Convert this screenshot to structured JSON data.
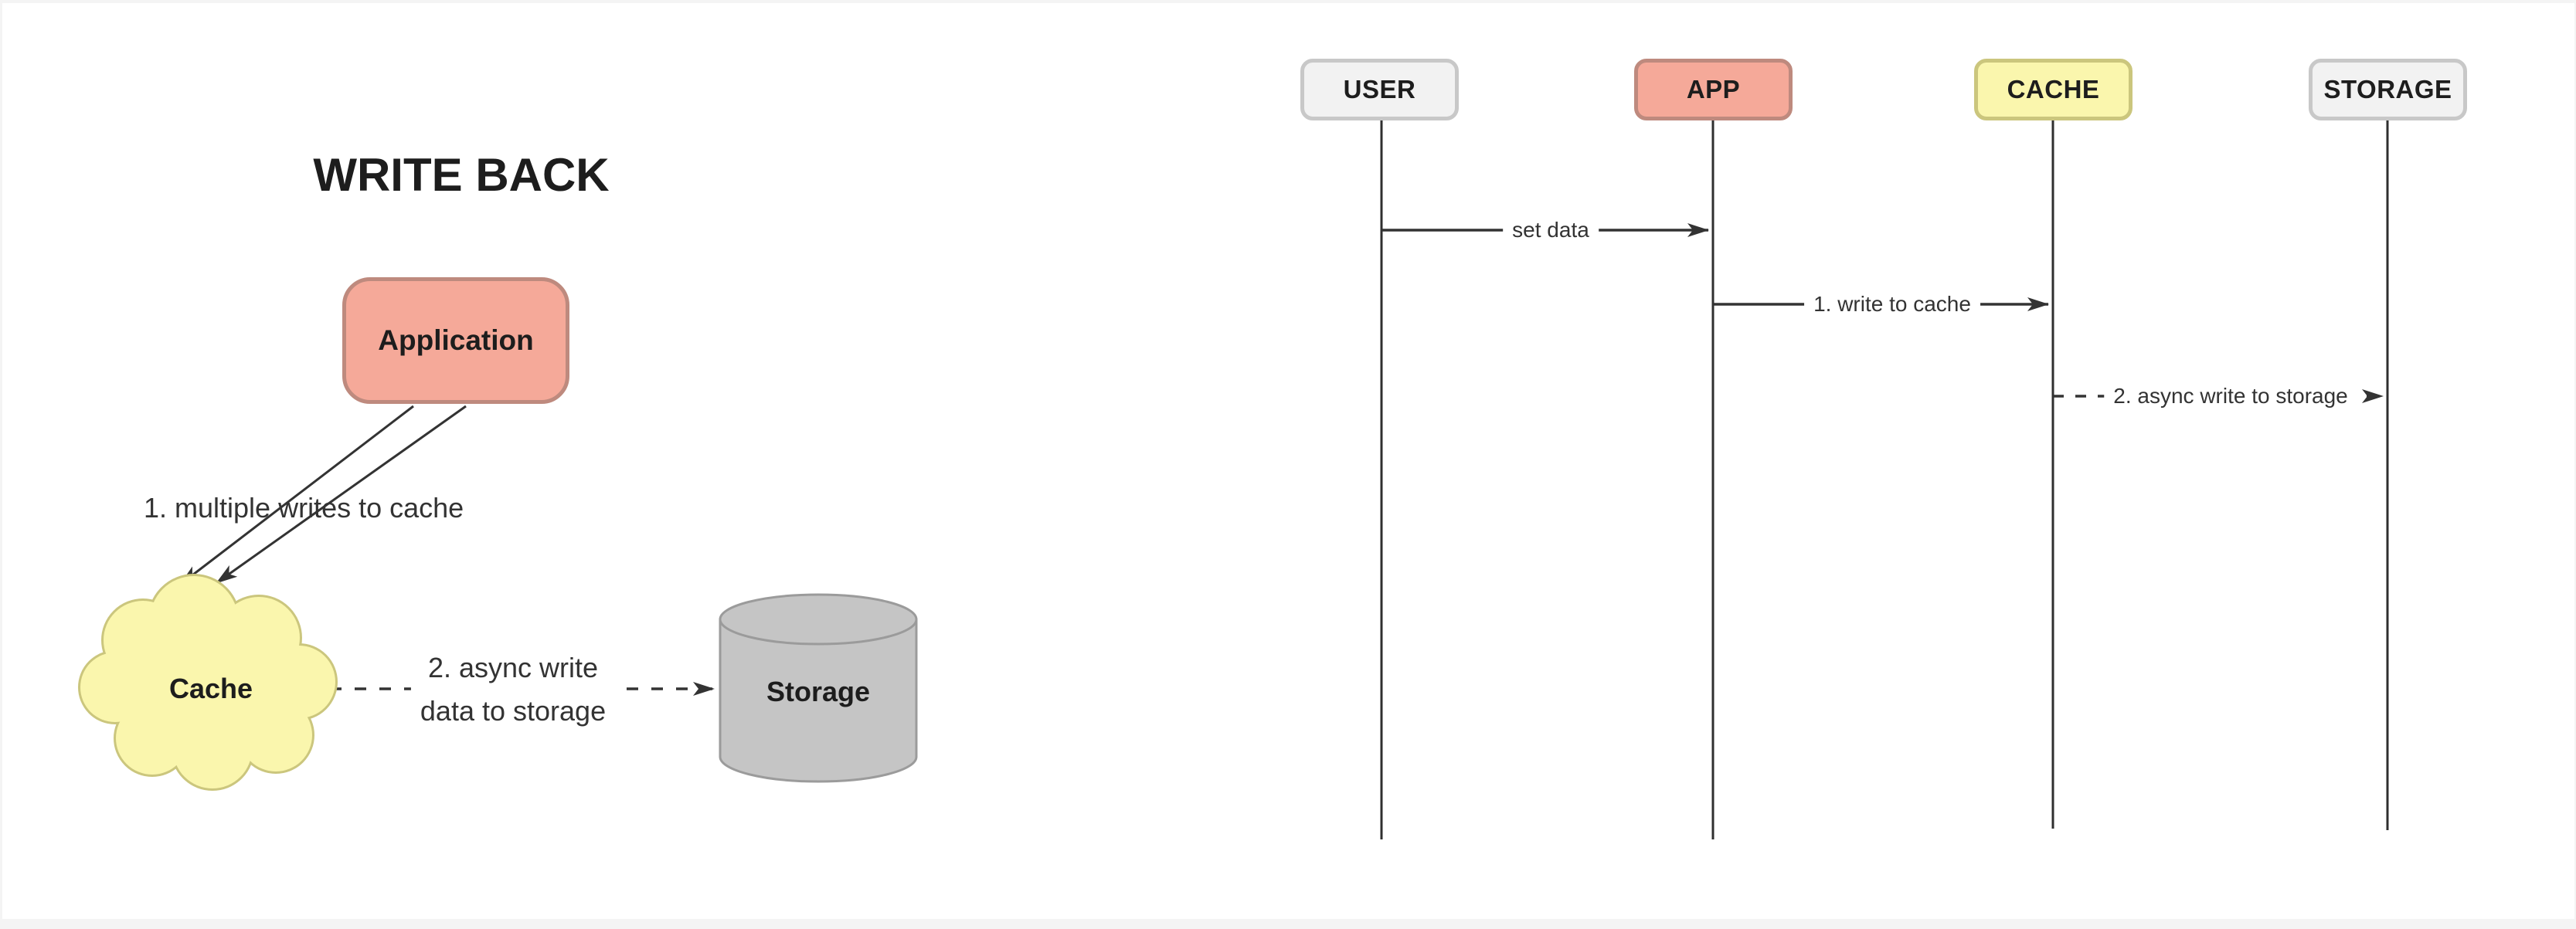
{
  "colors": {
    "salmon_fill": "#F5A999",
    "salmon_border": "#BE8A7E",
    "yellow_fill": "#FAF6AD",
    "yellow_border": "#CBC67D",
    "gray_fill": "#F2F2F2",
    "gray_border": "#C8C8C8",
    "cylinder_fill": "#C5C5C5",
    "cylinder_border": "#9B9B9B",
    "line": "#333333",
    "text": "#1d1d1d"
  },
  "flow_diagram": {
    "title": "WRITE BACK",
    "nodes": {
      "application": {
        "label": "Application",
        "shape": "rounded-rect"
      },
      "cache": {
        "label": "Cache",
        "shape": "cloud"
      },
      "storage": {
        "label": "Storage",
        "shape": "cylinder"
      }
    },
    "edges": {
      "writes_to_cache": {
        "label": "1. multiple writes to cache",
        "from": "Application",
        "to": "Cache",
        "style": "solid-double-arrow"
      },
      "async_write": {
        "label_line1": "2. async write",
        "label_line2": "data to storage",
        "from": "Cache",
        "to": "Storage",
        "style": "dashed"
      }
    }
  },
  "sequence_diagram": {
    "participants": [
      {
        "id": "user",
        "label": "USER"
      },
      {
        "id": "app",
        "label": "APP"
      },
      {
        "id": "cache",
        "label": "CACHE"
      },
      {
        "id": "storage",
        "label": "STORAGE"
      }
    ],
    "messages": [
      {
        "label": "set data",
        "from": "USER",
        "to": "APP",
        "style": "solid"
      },
      {
        "label": "1. write to cache",
        "from": "APP",
        "to": "CACHE",
        "style": "solid"
      },
      {
        "label": "2. async write to storage",
        "from": "CACHE",
        "to": "STORAGE",
        "style": "dashed"
      }
    ]
  }
}
